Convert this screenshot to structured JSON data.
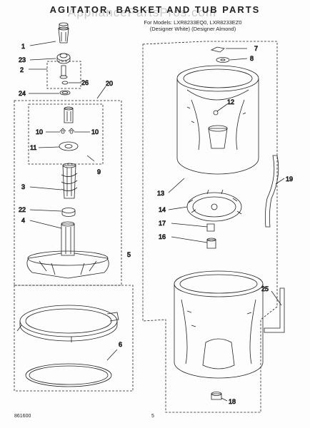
{
  "header": {
    "title": "AGITATOR, BASKET AND TUB PARTS",
    "subtitle1": "For Models: LXR8233EQ0, LXR8233EZ0",
    "subtitle2": "(Designer White) (Designer Almond)",
    "watermark": "AppliancePartsPros.com"
  },
  "footer": {
    "code": "861600",
    "page": "5"
  },
  "callouts": {
    "c1": "1",
    "c2": "2",
    "c3": "3",
    "c4": "4",
    "c5": "5",
    "c6": "6",
    "c7": "7",
    "c8": "8",
    "c9": "9",
    "c10a": "10",
    "c10b": "10",
    "c11": "11",
    "c12": "12",
    "c13": "13",
    "c14": "14",
    "c16": "16",
    "c17": "17",
    "c18": "18",
    "c19": "19",
    "c20": "20",
    "c22": "22",
    "c23": "23",
    "c24": "24",
    "c25": "25",
    "c26": "26"
  },
  "colors": {
    "ink": "#222222",
    "paper": "#fdfdfd",
    "watermark": "#a0a0a0"
  }
}
